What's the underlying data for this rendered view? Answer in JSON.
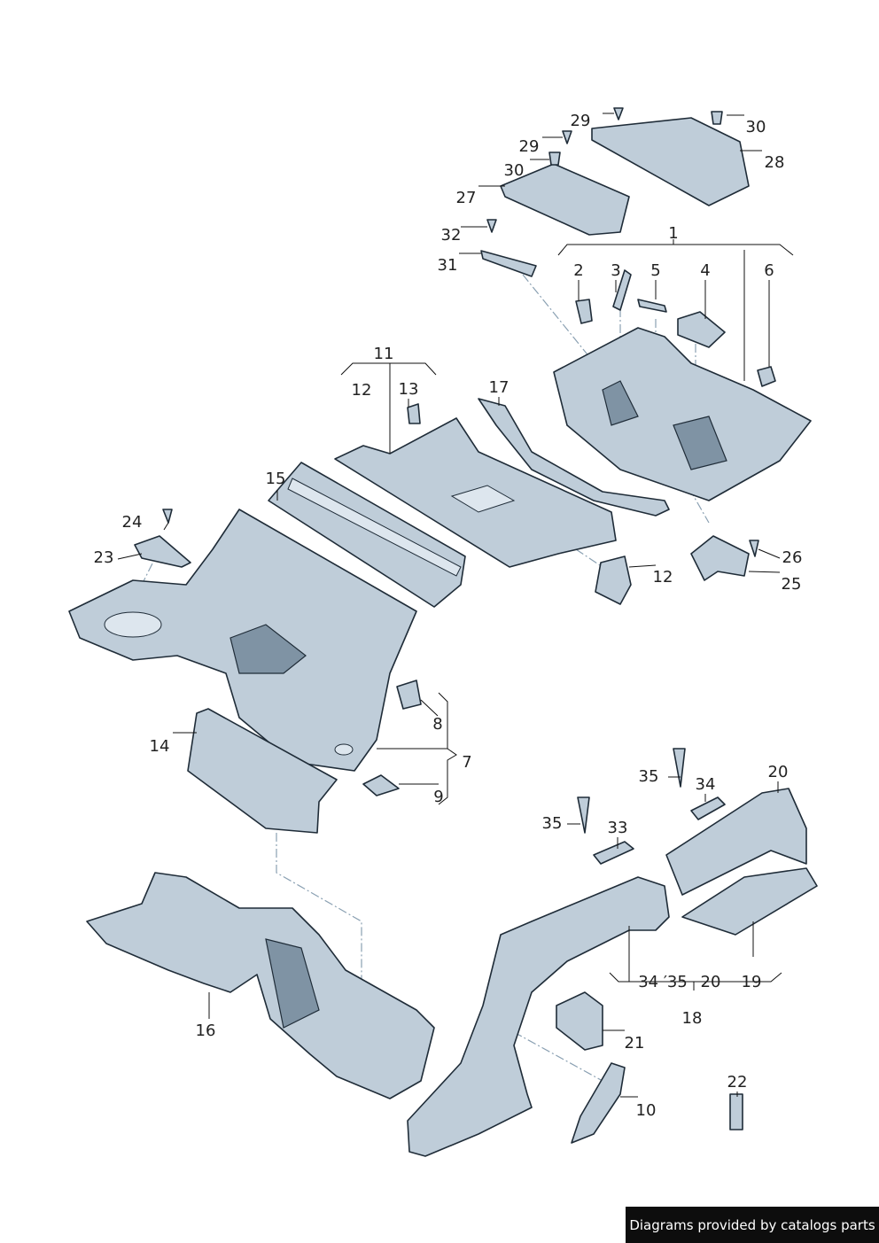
{
  "labels": [
    "29",
    "30",
    "28",
    "29",
    "30",
    "27",
    "32",
    "31",
    "1",
    "2",
    "3",
    "5",
    "4",
    "6",
    "11",
    "12",
    "13",
    "17",
    "15",
    "24",
    "23",
    "26",
    "25",
    "12",
    "8",
    "7",
    "14",
    "9",
    "20",
    "35",
    "34",
    "35",
    "33",
    "34 ′35",
    "20",
    "19",
    "18",
    "16",
    "21",
    "22",
    "10"
  ],
  "footer": "Diagrams provided by catalogs parts"
}
